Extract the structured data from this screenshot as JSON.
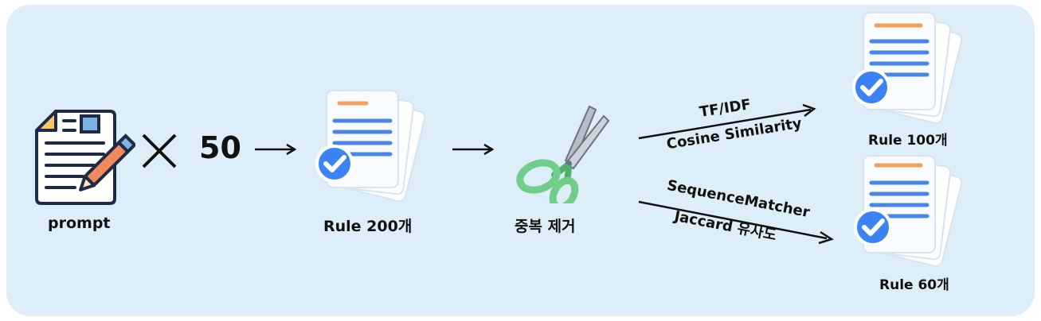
{
  "steps": {
    "prompt_label": "prompt",
    "multiplier": "50",
    "rules_label": "Rule 200개",
    "dedup_label": "중복 제거"
  },
  "branches": [
    {
      "method_line1": "TF/IDF",
      "method_line2": "Cosine Similarity",
      "result_label": "Rule 100개"
    },
    {
      "method_line1": "SequenceMatcher",
      "method_line2": "Jaccard 유사도",
      "result_label": "Rule 60개"
    }
  ],
  "colors": {
    "panel_bg": "#ddeef9",
    "doc_line_blue": "#4a86e8",
    "doc_line_orange": "#f4a259",
    "check_badge": "#3b82f6",
    "scissors_handle": "#6fcf8a"
  },
  "icons": [
    "document-pen-icon",
    "multiply-icon",
    "rule-stack-icon",
    "scissors-icon",
    "check-badge-icon"
  ]
}
